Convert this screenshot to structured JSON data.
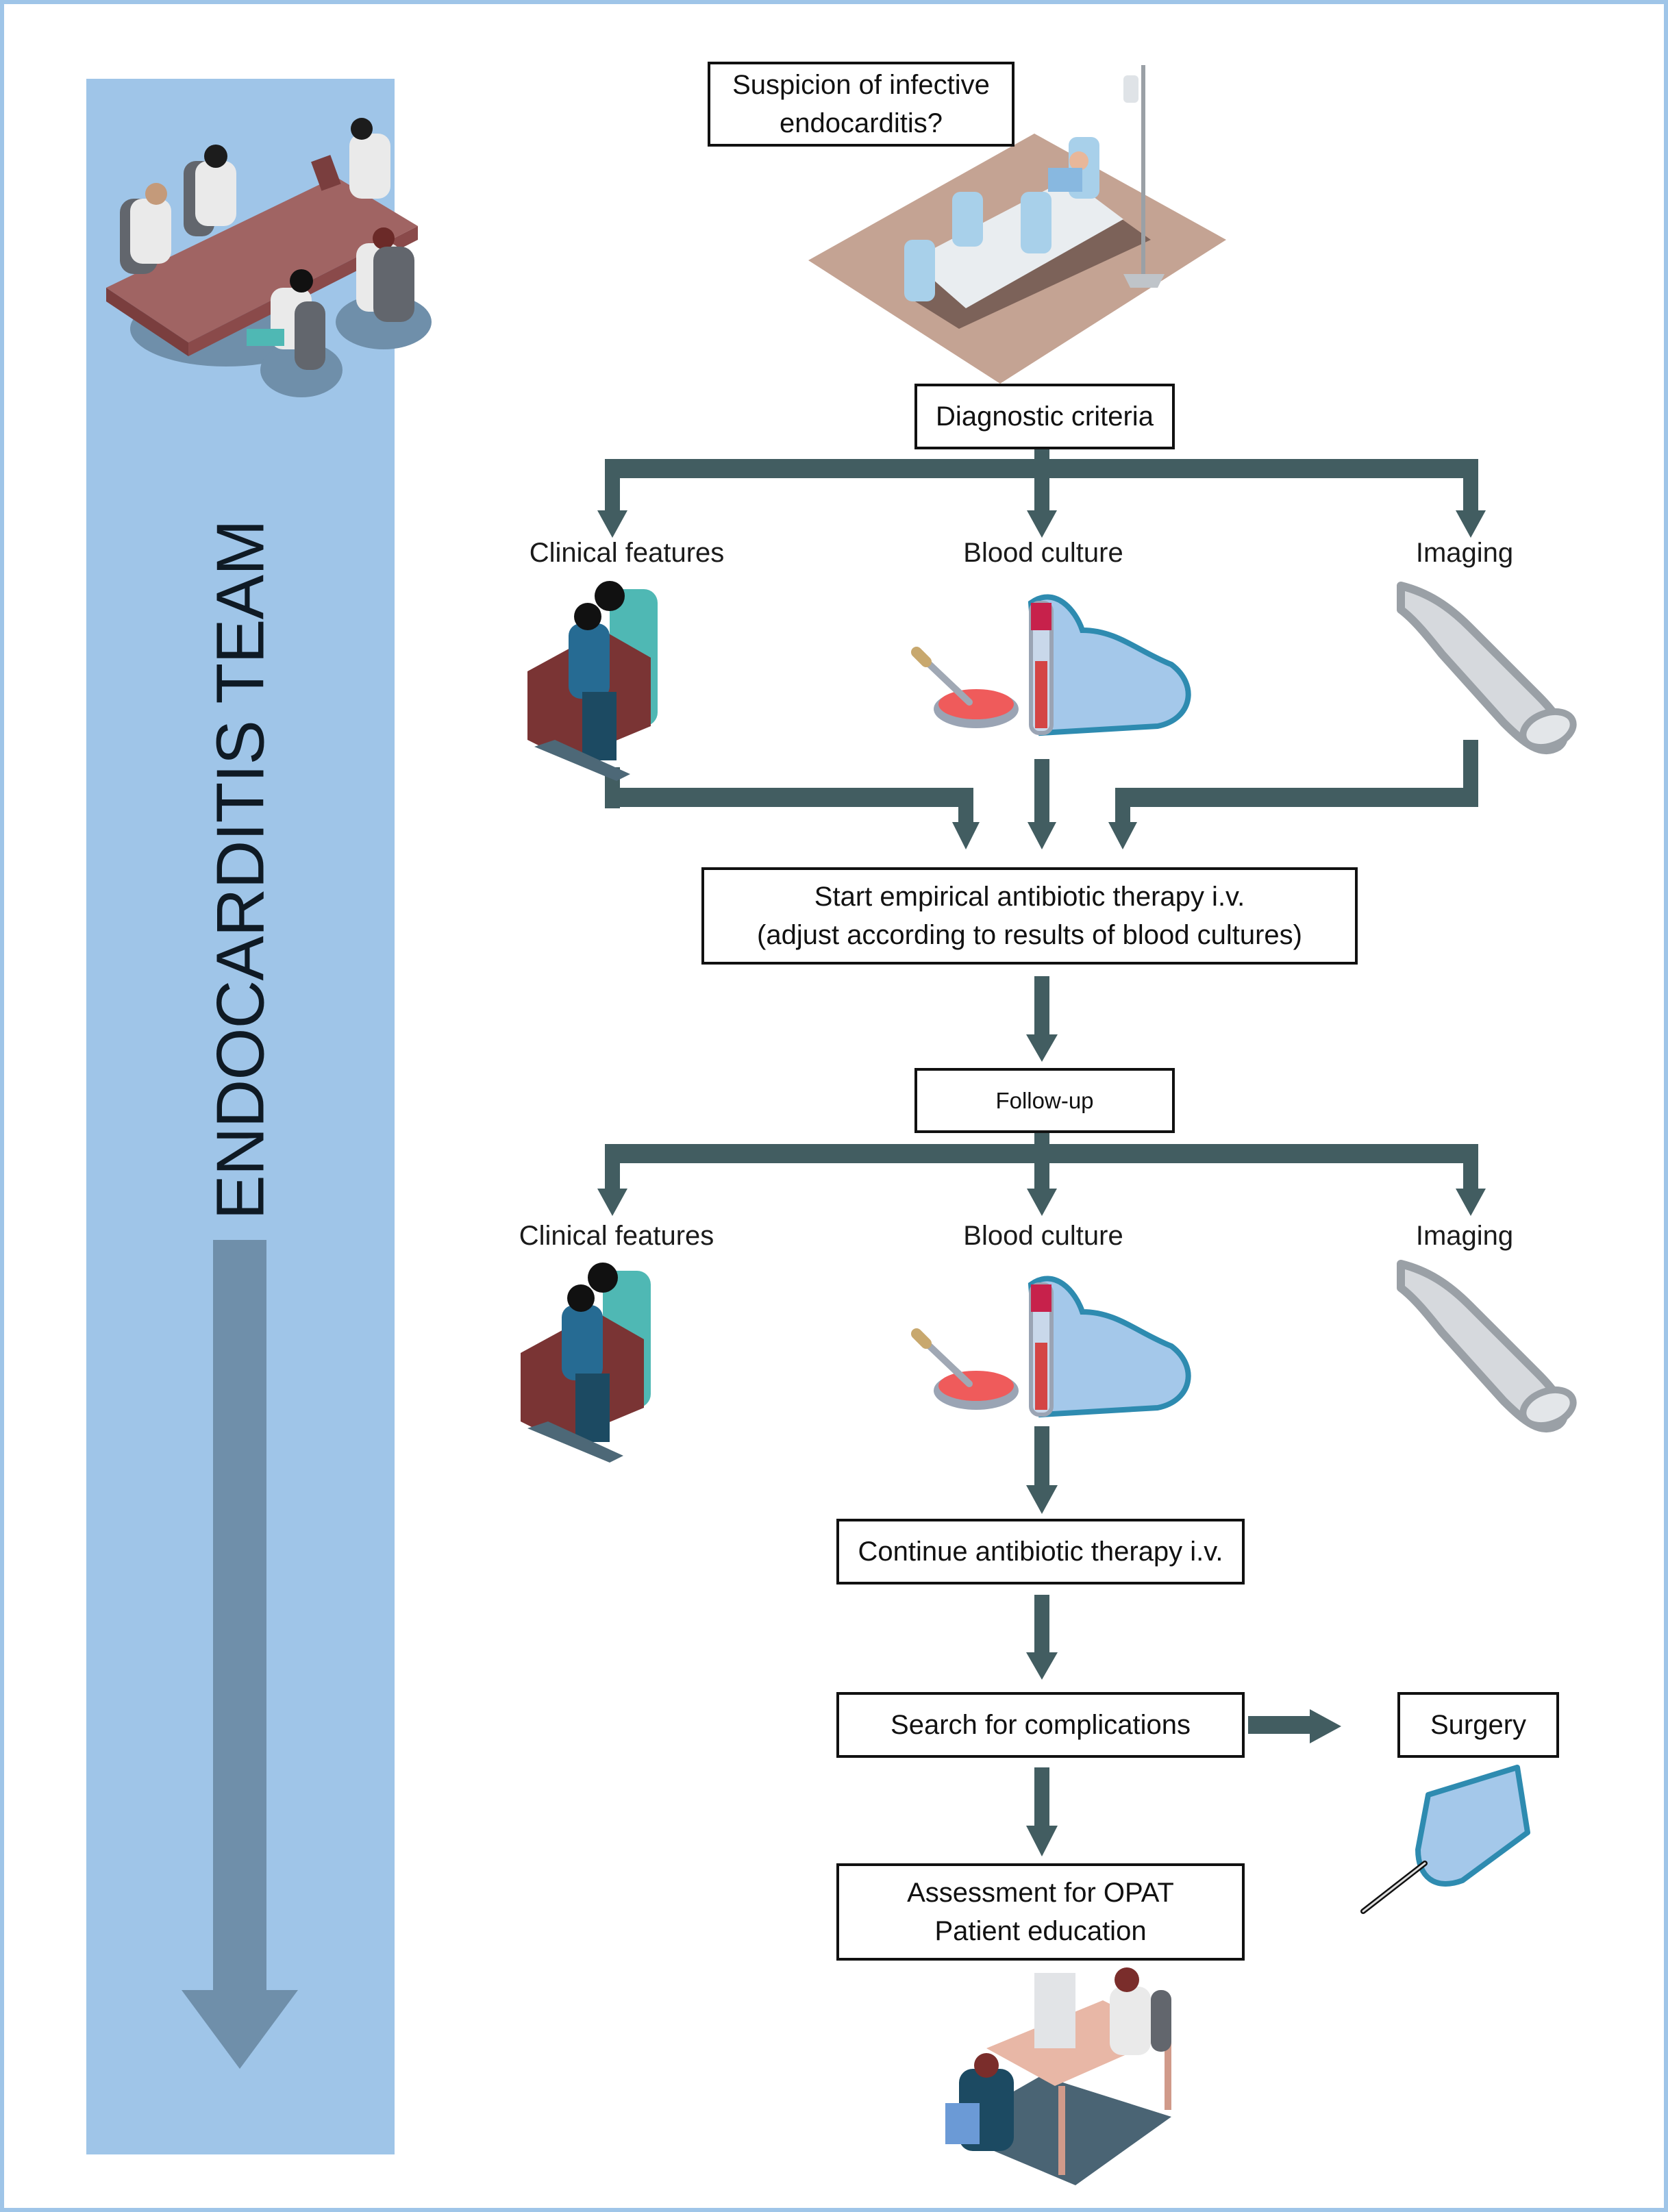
{
  "team": {
    "title": "ENDOCARDITIS TEAM"
  },
  "nodes": {
    "suspicion": "Suspicion of infective endocarditis?",
    "diagnostic": "Diagnostic criteria",
    "empirical_line1": "Start empirical antibiotic therapy i.v.",
    "empirical_line2": "(adjust according to results of blood cultures)",
    "followup": "Follow-up",
    "continue": "Continue antibiotic therapy i.v.",
    "complications": "Search for complications",
    "surgery": "Surgery",
    "opat_line1": "Assessment for OPAT",
    "opat_line2": "Patient education"
  },
  "branches_1": {
    "clinical": "Clinical features",
    "blood": "Blood culture",
    "imaging": "Imaging"
  },
  "branches_2": {
    "clinical": "Clinical features",
    "blood": "Blood culture",
    "imaging": "Imaging"
  },
  "illustrations": {
    "team_meeting": "team-meeting-illustration",
    "hospital_bed": "hospital-bed-illustration",
    "clinical_exam": "clinical-exam-illustration",
    "blood_culture": "blood-culture-illustration",
    "ultrasound_probe": "ultrasound-probe-illustration",
    "scalpel_hand": "scalpel-hand-illustration",
    "consultation": "consultation-illustration"
  },
  "colors": {
    "frame": "#9fc5e8",
    "team_bar": "#9fc5e8",
    "team_arrow": "#6f8faa",
    "flow_arrow": "#425d61",
    "box_border": "#111111"
  }
}
